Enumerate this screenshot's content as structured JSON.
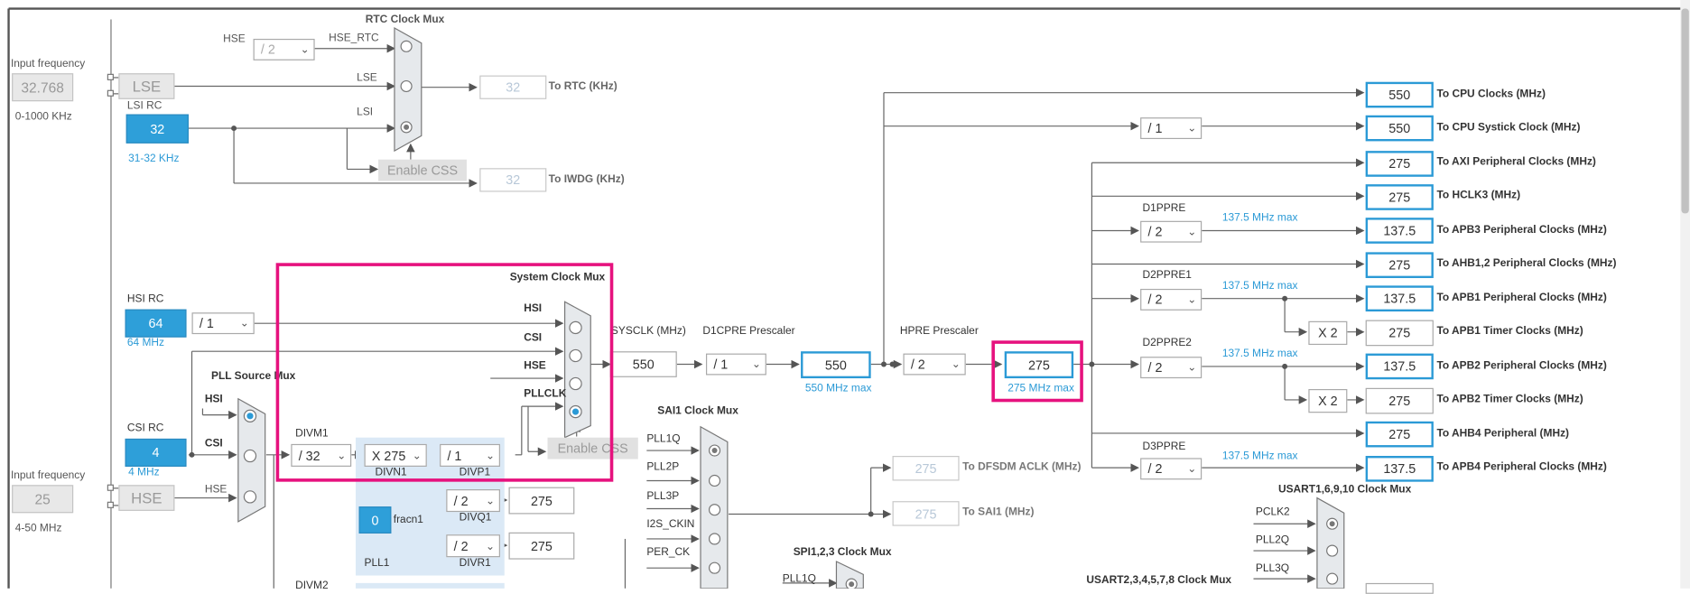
{
  "lse": {
    "input_freq_label": "Input frequency",
    "input_freq_value": "32.768",
    "range": "0-1000 KHz",
    "name": "LSE"
  },
  "lsi": {
    "name": "LSI RC",
    "value": "32",
    "range": "31-32 KHz"
  },
  "rtc": {
    "mux_title": "RTC Clock Mux",
    "hse_label": "HSE",
    "hse_div": "/ 2",
    "hse_rtc": "HSE_RTC",
    "lse_in": "LSE",
    "lsi_in": "LSI",
    "rtc_value": "32",
    "rtc_label": "To RTC (KHz)",
    "enable_css": "Enable CSS",
    "iwdg_value": "32",
    "iwdg_label": "To IWDG (KHz)"
  },
  "hsi": {
    "name": "HSI RC",
    "value": "64",
    "freq": "64 MHz",
    "div": "/ 1"
  },
  "csi": {
    "name": "CSI RC",
    "value": "4",
    "freq": "4 MHz"
  },
  "hse": {
    "input_freq_label": "Input frequency",
    "value": "25",
    "range": "4-50 MHz",
    "name": "HSE",
    "wire_label": "HSE"
  },
  "pll_src": {
    "title": "PLL Source Mux",
    "hsi": "HSI",
    "csi": "CSI"
  },
  "sysmux": {
    "title": "System Clock Mux",
    "hsi": "HSI",
    "csi": "CSI",
    "hse": "HSE",
    "pllclk": "PLLCLK",
    "enable_css": "Enable CSS"
  },
  "pll1": {
    "divm1_label": "DIVM1",
    "divm1": "/ 32",
    "divn1": "X 275",
    "divn1_label": "DIVN1",
    "divp1": "/ 1",
    "divp1_label": "DIVP1",
    "divq1": "/ 2",
    "divq1_label": "DIVQ1",
    "divq1_out": "275",
    "divr1": "/ 2",
    "divr1_label": "DIVR1",
    "divr1_out": "275",
    "fracn": "0",
    "fracn_label": "fracn1",
    "name": "PLL1",
    "divm2_label": "DIVM2"
  },
  "sysclk": {
    "label": "SYSCLK (MHz)",
    "value": "550"
  },
  "d1cpre": {
    "label": "D1CPRE Prescaler",
    "value": "/ 1",
    "out": "550",
    "out_max": "550 MHz max"
  },
  "hpre": {
    "label": "HPRE Prescaler",
    "value": "/ 2",
    "out": "275",
    "out_max": "275 MHz max"
  },
  "systick_div": "/ 1",
  "d1ppre": {
    "label": "D1PPRE",
    "value": "/ 2",
    "max": "137.5 MHz max"
  },
  "d2ppre1": {
    "label": "D2PPRE1",
    "value": "/ 2",
    "max": "137.5 MHz max",
    "x2": "X 2"
  },
  "d2ppre2": {
    "label": "D2PPRE2",
    "value": "/ 2",
    "max": "137.5 MHz max",
    "x2": "X 2"
  },
  "d3ppre": {
    "label": "D3PPRE",
    "value": "/ 2",
    "max": "137.5 MHz max"
  },
  "outputs": [
    {
      "value": "550",
      "label": "To CPU Clocks (MHz)"
    },
    {
      "value": "550",
      "label": "To CPU Systick Clock (MHz)"
    },
    {
      "value": "275",
      "label": "To AXI Peripheral Clocks (MHz)"
    },
    {
      "value": "275",
      "label": "To HCLK3 (MHz)"
    },
    {
      "value": "137.5",
      "label": "To APB3 Peripheral Clocks (MHz)"
    },
    {
      "value": "275",
      "label": "To AHB1,2 Peripheral Clocks (MHz)"
    },
    {
      "value": "137.5",
      "label": "To APB1 Peripheral Clocks (MHz)"
    },
    {
      "value": "275",
      "label": "To APB1 Timer Clocks (MHz)"
    },
    {
      "value": "137.5",
      "label": "To APB2 Peripheral Clocks (MHz)"
    },
    {
      "value": "275",
      "label": "To APB2 Timer Clocks (MHz)"
    },
    {
      "value": "275",
      "label": "To AHB4 Peripheral (MHz)"
    },
    {
      "value": "137.5",
      "label": "To APB4 Peripheral Clocks (MHz)"
    }
  ],
  "sai1": {
    "title": "SAI1 Clock Mux",
    "inputs": [
      "PLL1Q",
      "PLL2P",
      "PLL3P",
      "I2S_CKIN",
      "PER_CK"
    ],
    "dfsdm_value": "275",
    "dfsdm_label": "To DFSDM ACLK (MHz)",
    "sai_value": "275",
    "sai_label": "To SAI1 (MHz)"
  },
  "spi": {
    "title": "SPI1,2,3 Clock Mux",
    "input": "PLL1Q"
  },
  "usart1": {
    "title": "USART1,6,9,10 Clock Mux",
    "inputs": [
      "PCLK2",
      "PLL2Q",
      "PLL3Q"
    ]
  },
  "usart2": {
    "title": "USART2,3,4,5,7,8 Clock Mux"
  }
}
